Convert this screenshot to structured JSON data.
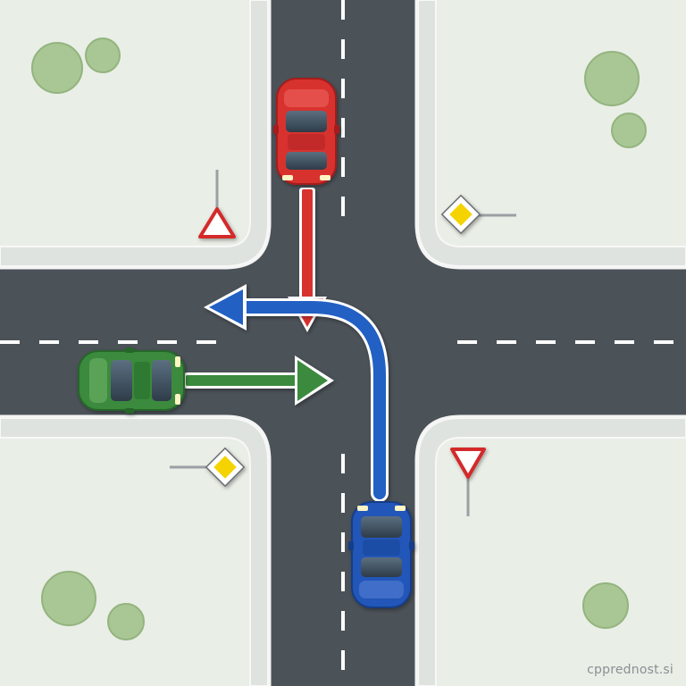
{
  "scene": {
    "type": "road-intersection",
    "watermark": "cpprednost.si",
    "colors": {
      "grass": "#e9eee6",
      "sidewalk": "#dfe3e0",
      "asphalt": "#4b5258",
      "lane_marking": "#ffffff",
      "tree": "#a9c794"
    },
    "signs": [
      {
        "id": "sign-yield-nw",
        "kind": "yield",
        "icon": "yield-sign-icon"
      },
      {
        "id": "sign-priority-ne",
        "kind": "priority-road",
        "icon": "priority-road-sign-icon"
      },
      {
        "id": "sign-priority-sw",
        "kind": "priority-road",
        "icon": "priority-road-sign-icon"
      },
      {
        "id": "sign-yield-se",
        "kind": "yield",
        "icon": "yield-sign-icon"
      }
    ],
    "vehicles": [
      {
        "id": "car-red",
        "color": "#d8302f",
        "approach": "north",
        "maneuver": "straight"
      },
      {
        "id": "car-green",
        "color": "#3a8a3c",
        "approach": "west",
        "maneuver": "straight"
      },
      {
        "id": "car-blue",
        "color": "#2356b8",
        "approach": "south",
        "maneuver": "left-turn"
      }
    ],
    "arrows": [
      {
        "id": "arrow-red",
        "color": "#d8302f"
      },
      {
        "id": "arrow-green",
        "color": "#3a8a3c"
      },
      {
        "id": "arrow-blue",
        "color": "#2160c4"
      }
    ]
  }
}
